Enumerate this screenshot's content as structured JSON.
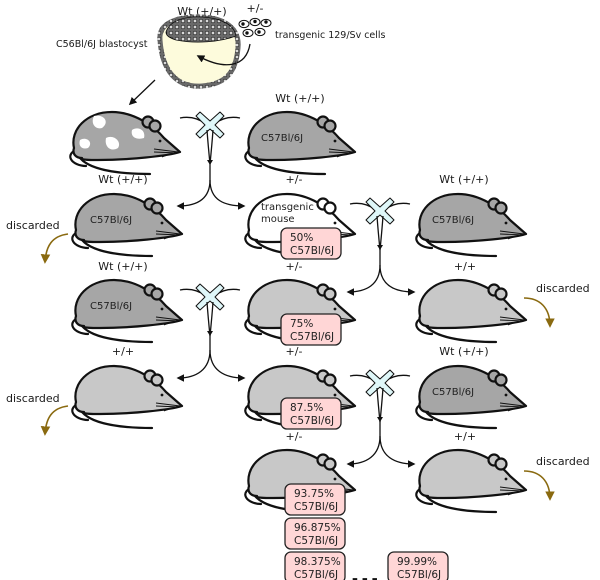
{
  "colors": {
    "wildtype_fill": "#a6a6a6",
    "mixed_fill": "#c8c8c8",
    "transgenic_fill": "#ffffff",
    "badge_fill": "#ffd6d6",
    "cross_fill": "#dff7f9",
    "discard_arrow": "#8a6a10",
    "blastocyst_fill": "#fdfbdc"
  },
  "top": {
    "blastocyst_genotype": "Wt (+/+)",
    "blastocyst_label": "C56Bl/6J blastocyst",
    "cells_genotype": "+/-",
    "cells_label": "transgenic 129/Sv cells"
  },
  "generations": [
    {
      "chimera_label": "Wt (+/+)",
      "partner_genotype": "Wt (+/+)",
      "partner_strain": "C57Bl/6J"
    },
    {
      "left_genotype": "Wt (+/+)",
      "left_strain": "C57Bl/6J",
      "left_fate": "discarded",
      "carrier_genotype": "+/-",
      "carrier_label_line1": "transgenic",
      "carrier_label_line2": "mouse",
      "carrier_badge_pct": "50%",
      "carrier_badge_strain": "C57Bl/6J",
      "partner_genotype": "Wt (+/+)",
      "partner_strain": "C57Bl/6J"
    },
    {
      "left_genotype": "Wt (+/+)",
      "left_strain": "C57Bl/6J",
      "carrier_genotype": "+/-",
      "carrier_badge_pct": "75%",
      "carrier_badge_strain": "C57Bl/6J",
      "right_genotype": "+/+",
      "right_fate": "discarded"
    },
    {
      "left_genotype": "+/+",
      "left_fate": "discarded",
      "carrier_genotype": "+/-",
      "carrier_badge_pct": "87.5%",
      "carrier_badge_strain": "C57Bl/6J",
      "partner_genotype": "Wt (+/+)",
      "partner_strain": "C57Bl/6J"
    },
    {
      "carrier_genotype": "+/-",
      "carrier_badge_pct": "93.75%",
      "carrier_badge_strain": "C57Bl/6J",
      "right_genotype": "+/+",
      "right_fate": "discarded"
    }
  ],
  "progression": [
    {
      "pct": "96.875%",
      "strain": "C57Bl/6J"
    },
    {
      "pct": "98.375%",
      "strain": "C57Bl/6J"
    },
    {
      "pct": "99.99%",
      "strain": "C57Bl/6J"
    }
  ],
  "ellipsis": "..."
}
